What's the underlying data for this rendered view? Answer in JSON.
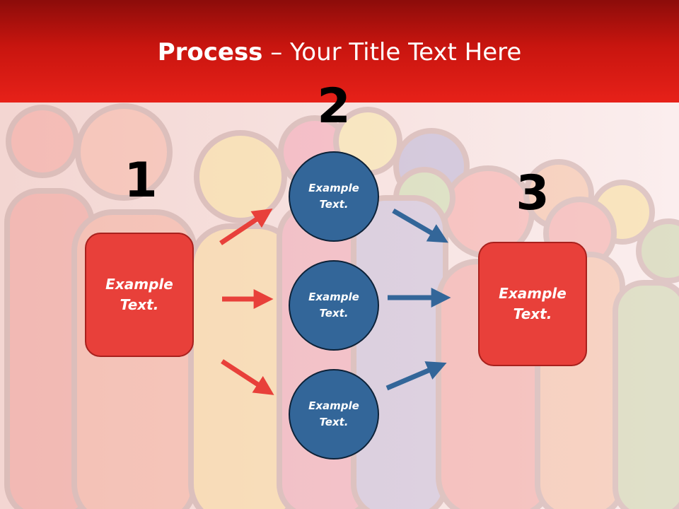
{
  "slide": {
    "title_bold": "Process",
    "title_rest": " – Your Title Text Here"
  },
  "steps": [
    {
      "number": "1",
      "text": "Example\nText."
    },
    {
      "number": "2",
      "nodes": [
        "Example\nText.",
        "Example\nText.",
        "Example\nText."
      ]
    },
    {
      "number": "3",
      "text": "Example\nText."
    }
  ],
  "colors": {
    "header": "#e72119",
    "box": "#e8403a",
    "circle": "#336699",
    "red_arrow": "#e8403a",
    "blue_arrow": "#336699"
  }
}
